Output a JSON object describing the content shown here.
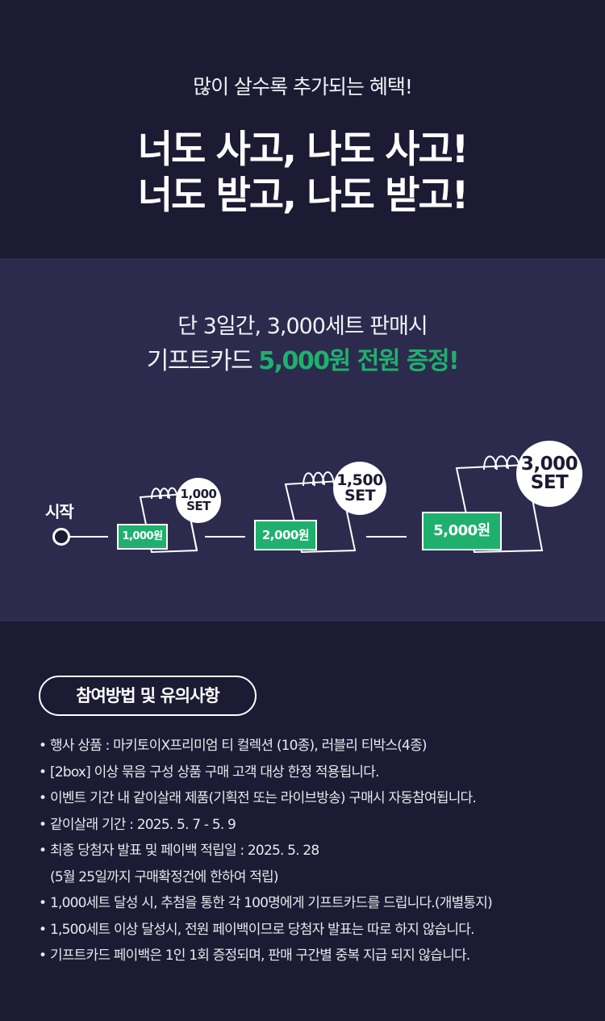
{
  "hero": {
    "kicker": "많이 살수록 추가되는 혜택!",
    "title_line1": "너도 사고, 나도 사고!",
    "title_line2": "너도 받고, 나도 받고!"
  },
  "promo": {
    "line1": "단 3일간, 3,000세트 판매시",
    "line2_prefix": "기프트카드 ",
    "line2_highlight": "5,000원 전원 증정!",
    "start_label": "시작",
    "stages": [
      {
        "amount": "1,000원",
        "count": "1,000",
        "unit": "SET"
      },
      {
        "amount": "2,000원",
        "count": "1,500",
        "unit": "SET"
      },
      {
        "amount": "5,000원",
        "count": "3,000",
        "unit": "SET"
      }
    ]
  },
  "notice": {
    "title": "참여방법 및 유의사항",
    "bullet": "•",
    "items": [
      "행사 상품 : 마키토이X프리미엄 티 컬렉션 (10종), 러블리 티박스(4종)",
      "[2box] 이상 묶음 구성 상품 구매 고객 대상 한정 적용됩니다.",
      "이벤트 기간 내 같이살래 제품(기획전 또는 라이브방송) 구매시 자동참여됩니다.",
      "같이살래 기간 : 2025. 5. 7 - 5. 9",
      "최종 당첨자 발표 및 페이백 적립일 : 2025. 5. 28",
      "1,000세트 달성 시, 추첨을 통한 각 100명에게 기프트카드를 드립니다.(개별통지)",
      "1,500세트 이상 달성시, 전원 페이백이므로 당첨자 발표는 따로 하지 않습니다.",
      "기프트카드 페이백은 1인 1회 증정되며, 판매 구간별 중복 지급 되지 않습니다."
    ],
    "item5_sub": "(5월 25일까지 구매확정건에 한하여 적립)"
  },
  "colors": {
    "background": "#1c1b33",
    "promo_band": "#2c2b4e",
    "accent_green": "#1fb06e",
    "text": "#ffffff"
  }
}
